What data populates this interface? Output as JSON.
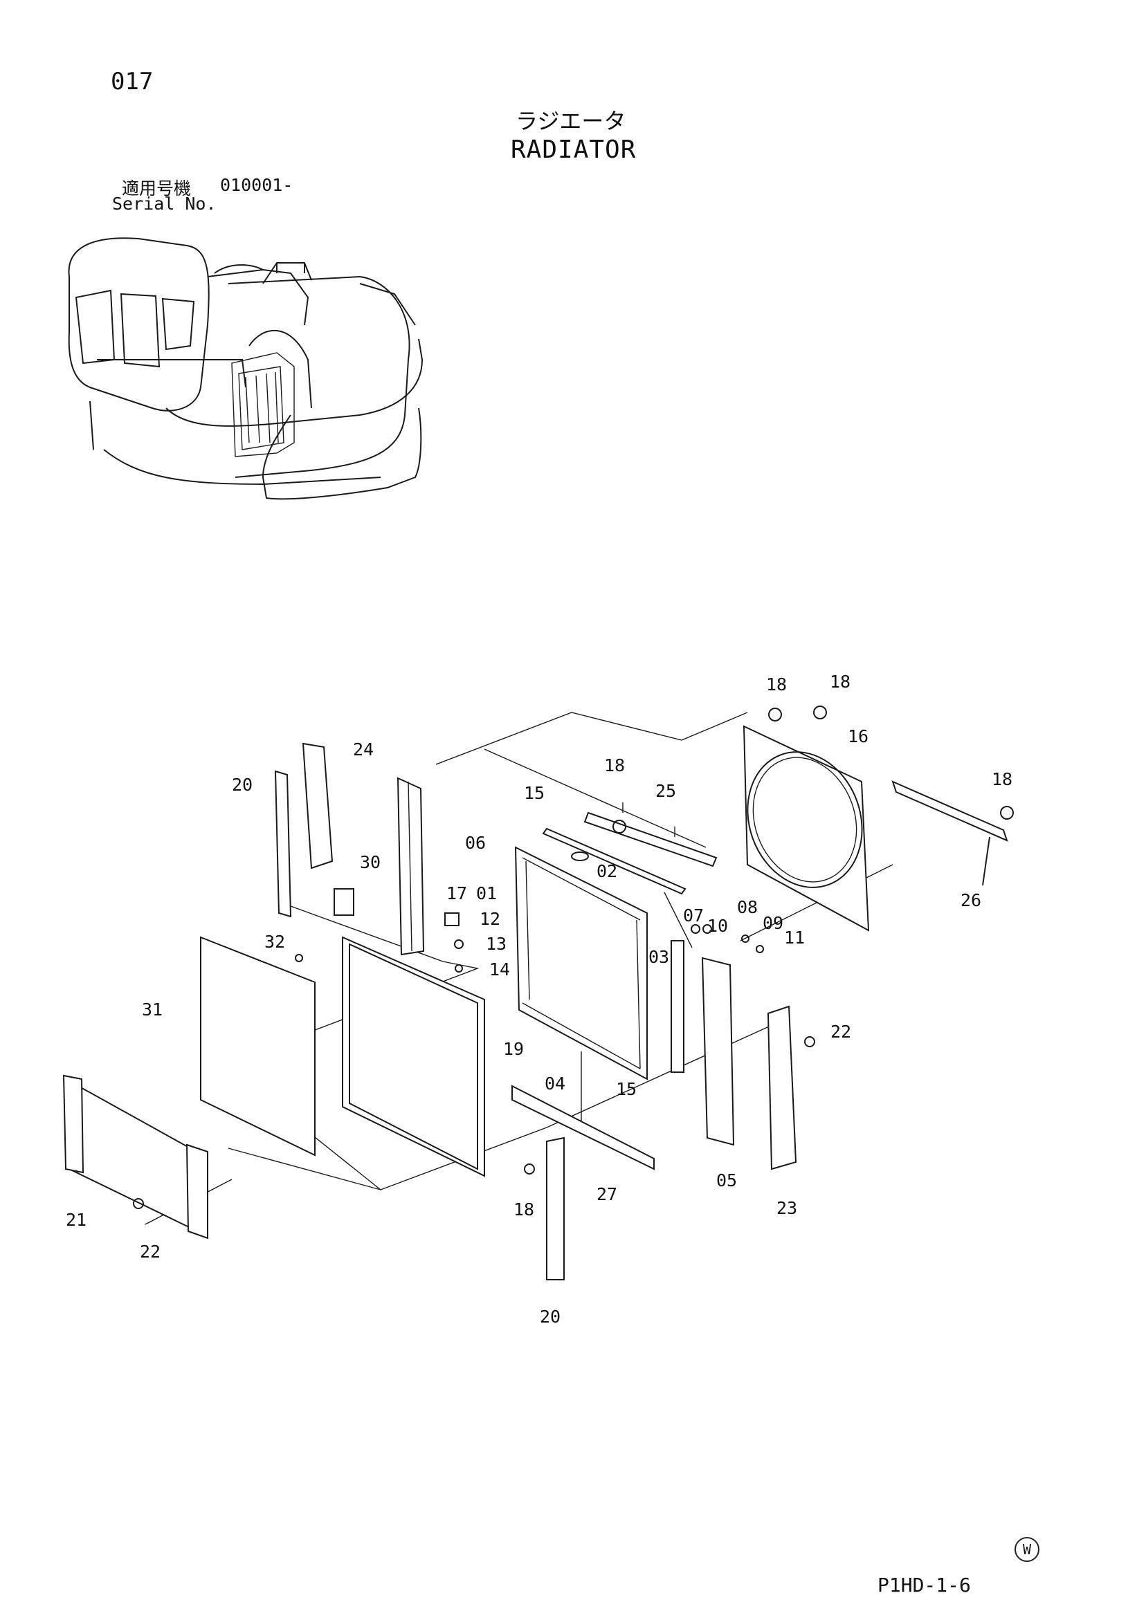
{
  "header": {
    "page_number": "017",
    "title_jp": "ラジエータ",
    "title_en": "RADIATOR",
    "serial_label_jp": "適用号機",
    "serial_value": "010001-",
    "serial_label_en": "Serial No."
  },
  "callouts": [
    {
      "id": "c18a",
      "text": "18"
    },
    {
      "id": "c18b",
      "text": "18"
    },
    {
      "id": "c16",
      "text": "16"
    },
    {
      "id": "c18c",
      "text": "18"
    },
    {
      "id": "c24",
      "text": "24"
    },
    {
      "id": "c18d",
      "text": "18"
    },
    {
      "id": "c20a",
      "text": "20"
    },
    {
      "id": "c15a",
      "text": "15"
    },
    {
      "id": "c25",
      "text": "25"
    },
    {
      "id": "c06",
      "text": "06"
    },
    {
      "id": "c26",
      "text": "26"
    },
    {
      "id": "c30",
      "text": "30"
    },
    {
      "id": "c02",
      "text": "02"
    },
    {
      "id": "c17",
      "text": "17"
    },
    {
      "id": "c01",
      "text": "01"
    },
    {
      "id": "c08",
      "text": "08"
    },
    {
      "id": "c07",
      "text": "07"
    },
    {
      "id": "c10",
      "text": "10"
    },
    {
      "id": "c09",
      "text": "09"
    },
    {
      "id": "c12",
      "text": "12"
    },
    {
      "id": "c11",
      "text": "11"
    },
    {
      "id": "c32",
      "text": "32"
    },
    {
      "id": "c13",
      "text": "13"
    },
    {
      "id": "c03",
      "text": "03"
    },
    {
      "id": "c14",
      "text": "14"
    },
    {
      "id": "c31",
      "text": "31"
    },
    {
      "id": "c22a",
      "text": "22"
    },
    {
      "id": "c19",
      "text": "19"
    },
    {
      "id": "c04",
      "text": "04"
    },
    {
      "id": "c15b",
      "text": "15"
    },
    {
      "id": "c05",
      "text": "05"
    },
    {
      "id": "c27",
      "text": "27"
    },
    {
      "id": "c23",
      "text": "23"
    },
    {
      "id": "c18e",
      "text": "18"
    },
    {
      "id": "c21",
      "text": "21"
    },
    {
      "id": "c22b",
      "text": "22"
    },
    {
      "id": "c20b",
      "text": "20"
    }
  ],
  "footer": {
    "watermark": "W",
    "figure_code": "P1HD-1-6"
  }
}
